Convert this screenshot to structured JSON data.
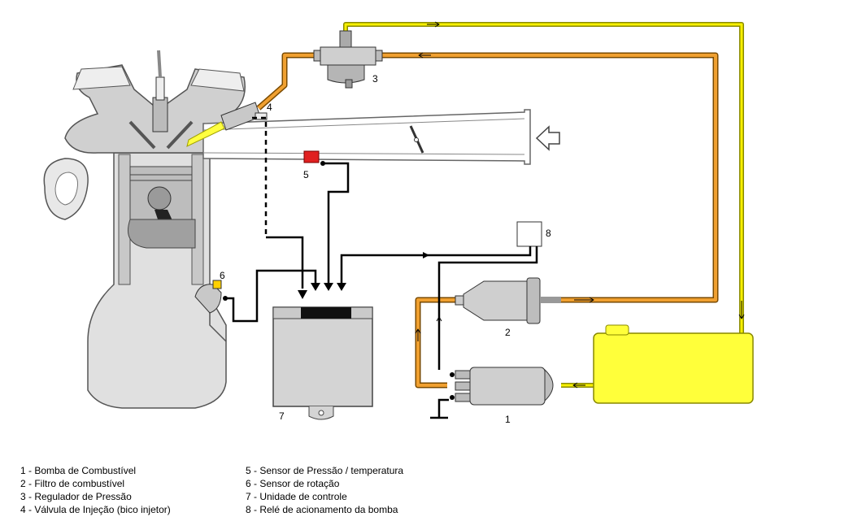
{
  "component_numbers": [
    "1",
    "2",
    "3",
    "4",
    "5",
    "6",
    "7",
    "8"
  ],
  "legend": {
    "left": [
      "1 - Bomba de Combustível",
      "2 - Filtro de combustível",
      "3 - Regulador de Pressão",
      "4 - Válvula de Injeção (bico injetor)"
    ],
    "right": [
      "5 - Sensor de Pressão / temperatura",
      "6 - Sensor de rotação",
      "7 - Unidade de controle",
      "8 - Relé de acionamento da bomba"
    ]
  },
  "colors": {
    "fuel_line": "#f0a030",
    "return_line": "#f7f000",
    "tank": "#ffff3a",
    "wire": "#000000",
    "engine_gray": "#d8d8d8",
    "sensor_red": "#e02020"
  }
}
